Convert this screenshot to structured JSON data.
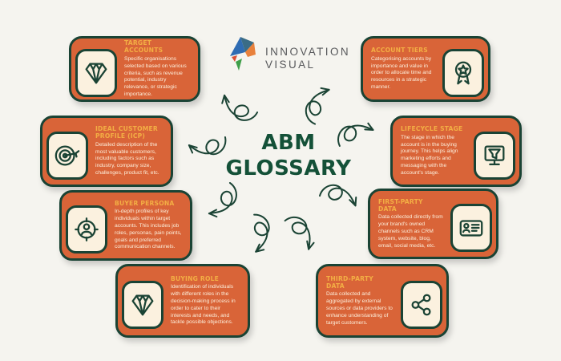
{
  "logo": {
    "line1": "INNOVATION",
    "line2": "VISUAL",
    "mark": "origami-bird-logo",
    "text_color": "#57585b"
  },
  "title": {
    "line1": "ABM",
    "line2": "GLOSSARY",
    "color": "#145138"
  },
  "theme": {
    "background": "#f5f4ef",
    "card_background": "#d96438",
    "card_border": "#1a4334",
    "card_title_color": "#f3ae44",
    "card_body_color": "#fcefdc",
    "icon_tile_background": "#fbf1df",
    "icon_stroke": "#1a4334",
    "arrow_color": "#1a4334"
  },
  "cards": [
    {
      "id": "target-accounts",
      "title": "TARGET ACCOUNTS",
      "body": "Specific organisations selected based on various criteria, such as revenue potential, industry relevance, or strategic importance.",
      "icon": "diamond-icon",
      "icon_side": "left"
    },
    {
      "id": "account-tiers",
      "title": "ACCOUNT TIERS",
      "body": "Categorising accounts by importance and value in order to allocate time and resources in a strategic manner.",
      "icon": "rosette-award-icon",
      "icon_side": "right"
    },
    {
      "id": "ideal-customer-profile",
      "title": "IDEAL CUSTOMER PROFILE (ICP)",
      "body": "Detailed description of the most valuable customers, including factors such as industry, company size, challenges, product fit, etc.",
      "icon": "target-arrow-icon",
      "icon_side": "left"
    },
    {
      "id": "lifecycle-stage",
      "title": "LIFECYCLE STAGE",
      "body": "The stage in which the account is in the buying journey. This helps align marketing efforts and messaging with the account's stage.",
      "icon": "funnel-monitor-icon",
      "icon_side": "right"
    },
    {
      "id": "buyer-persona",
      "title": "BUYER PERSONA",
      "body": "In-depth profiles of key individuals within target accounts. This includes job roles, personas, pain points, goals and preferred communication channels.",
      "icon": "persona-target-icon",
      "icon_side": "left"
    },
    {
      "id": "first-party-data",
      "title": "FIRST-PARTY DATA",
      "body": "Data collected directly from your brand's owned channels such as CRM system, website, blog, email, social media, etc.",
      "icon": "id-card-icon",
      "icon_side": "right"
    },
    {
      "id": "buying-role",
      "title": "BUYING ROLE",
      "body": "Identification of individuals with different roles in the decision-making process in order to cater to their interests and needs, and tackle possible objections.",
      "icon": "diamond-icon",
      "icon_side": "left"
    },
    {
      "id": "third-party-data",
      "title": "THIRD-PARTY DATA",
      "body": "Data collected and aggregated by external sources or data providers to enhance understanding of target customers.",
      "icon": "share-network-icon",
      "icon_side": "right"
    }
  ]
}
